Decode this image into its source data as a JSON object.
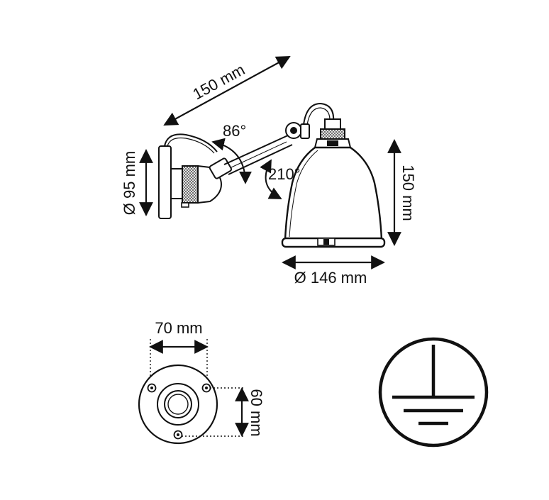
{
  "colors": {
    "ink": "#111111",
    "paper": "#ffffff",
    "hatch": "#555555"
  },
  "side_view": {
    "arm_length_label": "150 mm",
    "wall_plate_diameter_label": "Ø 95 mm",
    "arm_rotation_label": "86°",
    "shade_rotation_label": "210°",
    "shade_height_label": "150 mm",
    "shade_diameter_label": "Ø 146 mm"
  },
  "base_view": {
    "width_label": "70 mm",
    "height_label": "60 mm"
  },
  "icons": {
    "ground_symbol": "protective-earth-icon"
  }
}
